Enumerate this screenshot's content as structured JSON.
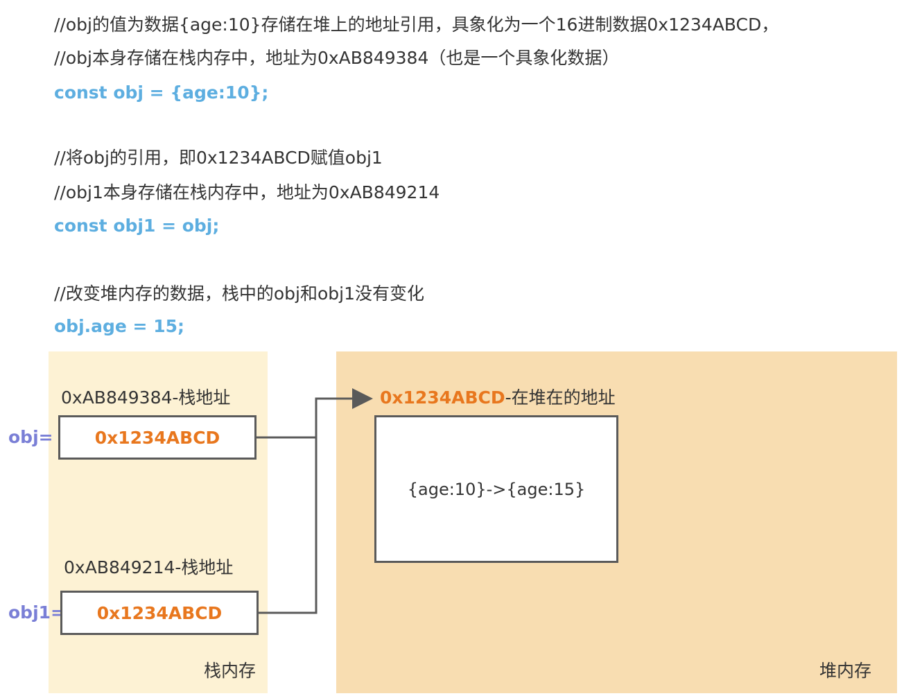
{
  "code_lines": [
    {
      "text": "//obj的值为数据{age:10}存储在堆上的地址引用，具象化为一个16进制数据0x1234ABCD，",
      "kind": "comment"
    },
    {
      "text": "//obj本身存储在栈内存中，地址为0xAB849384（也是一个具象化数据）",
      "kind": "comment"
    },
    {
      "text": "const obj = {age:10};",
      "kind": "code"
    },
    {
      "text": "//将obj的引用，即0x1234ABCD赋值obj1",
      "kind": "comment"
    },
    {
      "text": "//obj1本身存储在栈内存中，地址为0xAB849214",
      "kind": "comment"
    },
    {
      "text": "const obj1 = obj;",
      "kind": "code"
    },
    {
      "text": "//改变堆内存的数据，栈中的obj和obj1没有变化",
      "kind": "comment"
    },
    {
      "text": "obj.age = 15;",
      "kind": "code"
    }
  ],
  "diagram": {
    "stack": {
      "label": "栈内存",
      "vars": [
        {
          "name": "obj=",
          "address_label": "0xAB849384-栈地址",
          "value": "0x1234ABCD"
        },
        {
          "name": "obj1=",
          "address_label": "0xAB849214-栈地址",
          "value": "0x1234ABCD"
        }
      ]
    },
    "heap": {
      "label": "堆内存",
      "address": "0x1234ABCD",
      "address_suffix": "-在堆在的地址",
      "content": "{age:10}->{age:15}"
    }
  },
  "colors": {
    "code": "#5DAEE0",
    "reference": "#E8771E",
    "varname": "#7A7FD6",
    "stack_bg": "#FDF2D4",
    "heap_bg": "#F8DDB1",
    "stroke": "#5A5A5A"
  }
}
